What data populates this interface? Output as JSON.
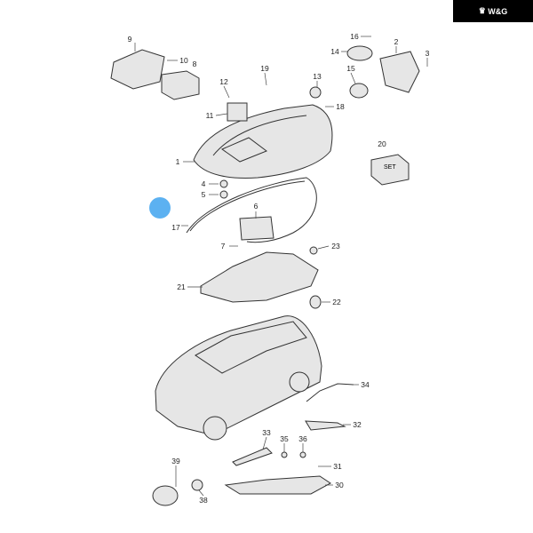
{
  "logo": {
    "text": "W&G",
    "icon": "crown-icon"
  },
  "callouts": [
    "1",
    "2",
    "3",
    "4",
    "5",
    "6",
    "7",
    "8",
    "9",
    "10",
    "11",
    "12",
    "13",
    "14",
    "15",
    "16",
    "17",
    "18",
    "19",
    "20",
    "21",
    "22",
    "23",
    "30",
    "31",
    "32",
    "33",
    "34",
    "35",
    "36",
    "38",
    "39"
  ],
  "set_box_text": "SET"
}
